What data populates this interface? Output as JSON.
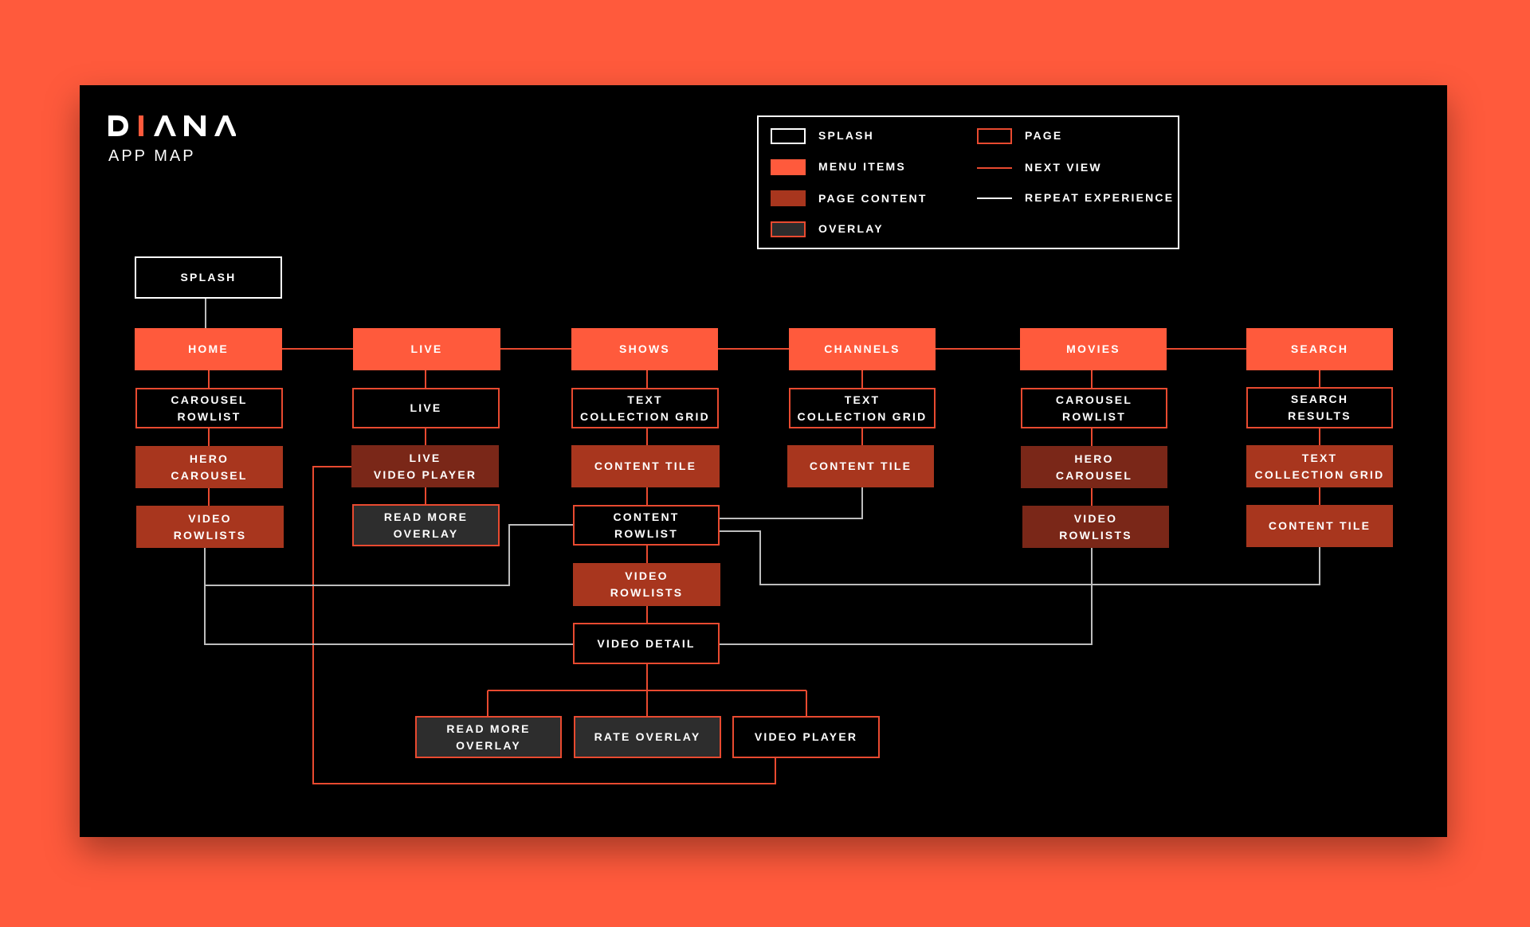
{
  "header": {
    "logo_text": "DIANA",
    "subtitle": "APP MAP"
  },
  "legend": {
    "splash": "SPLASH",
    "menu_items": "MENU ITEMS",
    "page_content": "PAGE CONTENT",
    "overlay": "OVERLAY",
    "page": "PAGE",
    "next_view": "NEXT VIEW",
    "repeat_experience": "REPEAT EXPERIENCE"
  },
  "colors": {
    "accent": "#ff5a3c",
    "page_border": "#e84a30",
    "page_content": "#a8361e",
    "overlay": "#2d2d2d",
    "repeat_line": "#bdbdbd"
  },
  "nodes": {
    "splash": "SPLASH",
    "home": "HOME",
    "live": "LIVE",
    "shows": "SHOWS",
    "channels": "CHANNELS",
    "movies": "MOVIES",
    "search": "SEARCH",
    "home_carousel_rowlist": "CAROUSEL\nROWLIST",
    "home_hero_carousel": "HERO\nCAROUSEL",
    "home_video_rowlists": "VIDEO\nROWLISTS",
    "live_page": "LIVE",
    "live_video_player": "LIVE\nVIDEO PLAYER",
    "live_read_more_overlay": "READ MORE\nOVERLAY",
    "shows_text_collection_grid": "TEXT\nCOLLECTION GRID",
    "shows_content_tile": "CONTENT TILE",
    "content_rowlist": "CONTENT\nROWLIST",
    "shows_video_rowlists": "VIDEO\nROWLISTS",
    "video_detail": "VIDEO DETAIL",
    "detail_read_more_overlay": "READ MORE\nOVERLAY",
    "rate_overlay": "RATE OVERLAY",
    "video_player": "VIDEO PLAYER",
    "channels_text_collection_grid": "TEXT\nCOLLECTION GRID",
    "channels_content_tile": "CONTENT TILE",
    "movies_carousel_rowlist": "CAROUSEL\nROWLIST",
    "movies_hero_carousel": "HERO\nCAROUSEL",
    "movies_video_rowlists": "VIDEO\nROWLISTS",
    "search_results": "SEARCH\nRESULTS",
    "search_text_collection_grid": "TEXT\nCOLLECTION GRID",
    "search_content_tile": "CONTENT TILE"
  }
}
